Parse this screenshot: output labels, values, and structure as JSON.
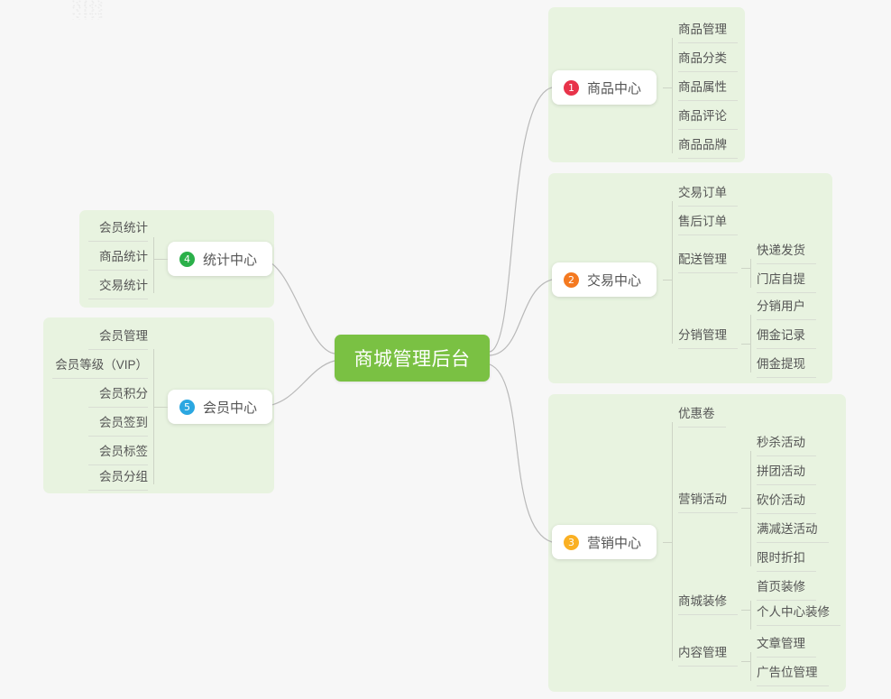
{
  "root": {
    "label": "商城管理后台",
    "color": "#7ac143"
  },
  "branches": [
    {
      "id": "product-center",
      "badge": "1",
      "badge_color": "#e8334a",
      "label": "商品中心",
      "children": [
        {
          "label": "商品管理"
        },
        {
          "label": "商品分类"
        },
        {
          "label": "商品属性"
        },
        {
          "label": "商品评论"
        },
        {
          "label": "商品品牌"
        }
      ]
    },
    {
      "id": "trade-center",
      "badge": "2",
      "badge_color": "#f47920",
      "label": "交易中心",
      "children": [
        {
          "label": "交易订单"
        },
        {
          "label": "售后订单"
        },
        {
          "label": "配送管理",
          "children": [
            {
              "label": "快递发货"
            },
            {
              "label": "门店自提"
            }
          ]
        },
        {
          "label": "分销管理",
          "children": [
            {
              "label": "分销用户"
            },
            {
              "label": "佣金记录"
            },
            {
              "label": "佣金提现"
            }
          ]
        }
      ]
    },
    {
      "id": "marketing-center",
      "badge": "3",
      "badge_color": "#fab023",
      "label": "营销中心",
      "children": [
        {
          "label": "优惠卷"
        },
        {
          "label": "营销活动",
          "children": [
            {
              "label": "秒杀活动"
            },
            {
              "label": "拼团活动"
            },
            {
              "label": "砍价活动"
            },
            {
              "label": "满减送活动"
            },
            {
              "label": "限时折扣"
            }
          ]
        },
        {
          "label": "商城装修",
          "children": [
            {
              "label": "首页装修"
            },
            {
              "label": "个人中心装修"
            }
          ]
        },
        {
          "label": "内容管理",
          "children": [
            {
              "label": "文章管理"
            },
            {
              "label": "广告位管理"
            }
          ]
        }
      ]
    },
    {
      "id": "statistics-center",
      "badge": "4",
      "badge_color": "#2bb04a",
      "label": "统计中心",
      "children": [
        {
          "label": "会员统计"
        },
        {
          "label": "商品统计"
        },
        {
          "label": "交易统计"
        }
      ]
    },
    {
      "id": "member-center",
      "badge": "5",
      "badge_color": "#2ba7e1",
      "label": "会员中心",
      "children": [
        {
          "label": "会员管理"
        },
        {
          "label": "会员等级（VIP）"
        },
        {
          "label": "会员积分"
        },
        {
          "label": "会员签到"
        },
        {
          "label": "会员标签"
        },
        {
          "label": "会员分组"
        }
      ]
    }
  ]
}
